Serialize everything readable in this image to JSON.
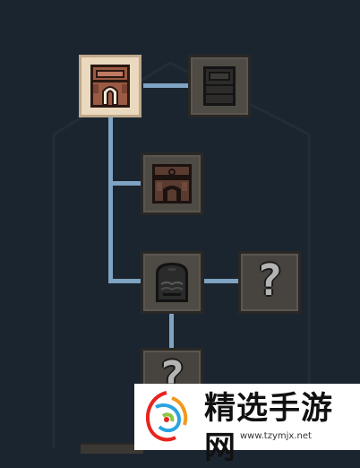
{
  "skill_tree": {
    "nodes": [
      {
        "id": "chest-basic",
        "state": "selected",
        "icon": "leather-chest-armor-icon"
      },
      {
        "id": "chest-dark",
        "state": "locked",
        "icon": "dark-chest-armor-icon"
      },
      {
        "id": "chest-belted",
        "state": "locked",
        "icon": "belted-chest-armor-icon"
      },
      {
        "id": "chest-iron",
        "state": "locked",
        "icon": "iron-chest-armor-icon"
      },
      {
        "id": "unknown-right",
        "state": "unknown",
        "label": "?"
      },
      {
        "id": "unknown-bottom",
        "state": "unknown",
        "label": "?"
      }
    ],
    "colors": {
      "background": "#1b2530",
      "connector": "#7fa3c2",
      "selected_frame": "#ead9bf",
      "locked_frame": "#4e4a44"
    }
  },
  "watermark": {
    "title": "精选手游网",
    "url": "www.tzymjx.net"
  }
}
